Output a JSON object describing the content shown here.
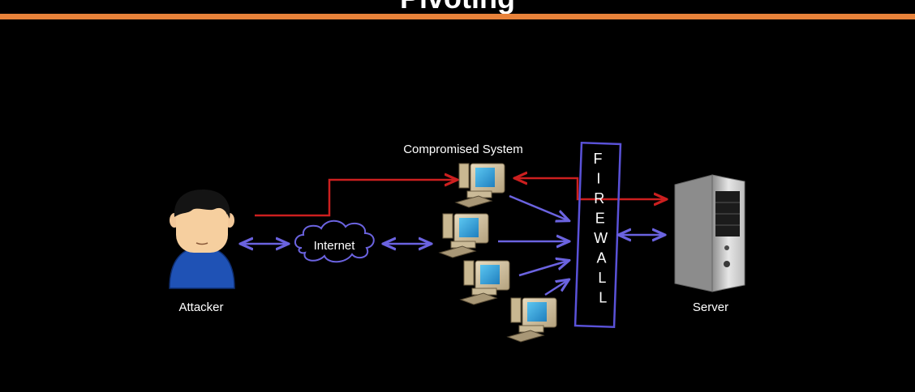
{
  "slide": {
    "title": "Pivoting"
  },
  "colors": {
    "background": "#000000",
    "title_rule": "#e8823a",
    "attack_arrow": "#cc1f1f",
    "link_arrow": "#6b63e0",
    "firewall_border": "#5a52d8"
  },
  "diagram": {
    "attacker_label": "Attacker",
    "internet_label": "Internet",
    "compromised_label": "Compromised System",
    "firewall_letters": [
      "F",
      "I",
      "R",
      "E",
      "W",
      "A",
      "L",
      "L"
    ],
    "server_label": "Server"
  },
  "icons": {
    "attacker": "person-icon",
    "internet": "cloud-icon",
    "workstations": "desktop-computer-icon",
    "server": "server-tower-icon"
  }
}
